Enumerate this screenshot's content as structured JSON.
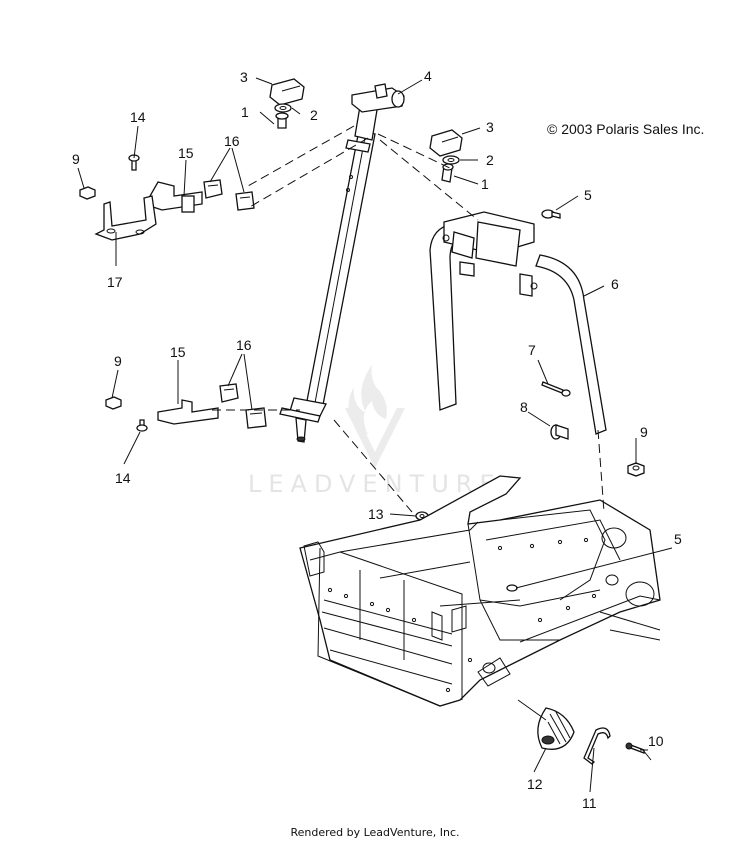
{
  "copyright": "© 2003 Polaris Sales Inc.",
  "footer": "Rendered by LeadVenture, Inc.",
  "watermark": "LEADVENTURE",
  "callouts": {
    "c1a": "1",
    "c1b": "1",
    "c2a": "2",
    "c2b": "2",
    "c3a": "3",
    "c3b": "3",
    "c4": "4",
    "c5a": "5",
    "c5b": "5",
    "c6": "6",
    "c7": "7",
    "c8": "8",
    "c9a": "9",
    "c9b": "9",
    "c9c": "9",
    "c10": "10",
    "c11": "11",
    "c12": "12",
    "c13": "13",
    "c14a": "14",
    "c14b": "14",
    "c15a": "15",
    "c15b": "15",
    "c16a": "16",
    "c16b": "16",
    "c17": "17"
  },
  "colors": {
    "line": "#111111",
    "watermark": "#e4e4e4"
  }
}
